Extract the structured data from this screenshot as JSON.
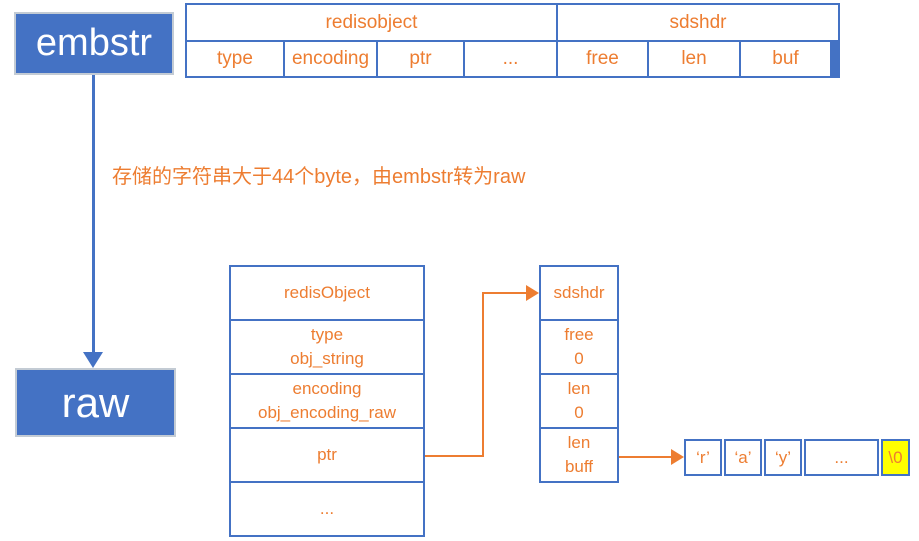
{
  "colors": {
    "accent_blue": "#4472C4",
    "text_orange": "#ED7D31",
    "highlight_yellow": "#FFFF00",
    "box_border_gray": "#C3CBD4"
  },
  "embstr_box": {
    "label": "embstr"
  },
  "raw_box": {
    "label": "raw"
  },
  "annotation": {
    "text": "存储的字符串大于44个byte，由embstr转为raw"
  },
  "top_table": {
    "headers": [
      {
        "label": "redisobject"
      },
      {
        "label": "sdshdr"
      }
    ],
    "cells": [
      "type",
      "encoding",
      "ptr",
      "...",
      "free",
      "len",
      "buf"
    ]
  },
  "redis_object_table": {
    "rows": [
      "redisObject",
      "type\nobj_string",
      "encoding\nobj_encoding_raw",
      "ptr",
      "..."
    ]
  },
  "sdshdr_table": {
    "rows": [
      "sdshdr",
      "free\n0",
      "len\n0",
      "len\nbuff"
    ]
  },
  "char_array": {
    "cells": [
      "‘r’",
      "‘a’",
      "‘y’",
      "...",
      "\\0"
    ]
  }
}
